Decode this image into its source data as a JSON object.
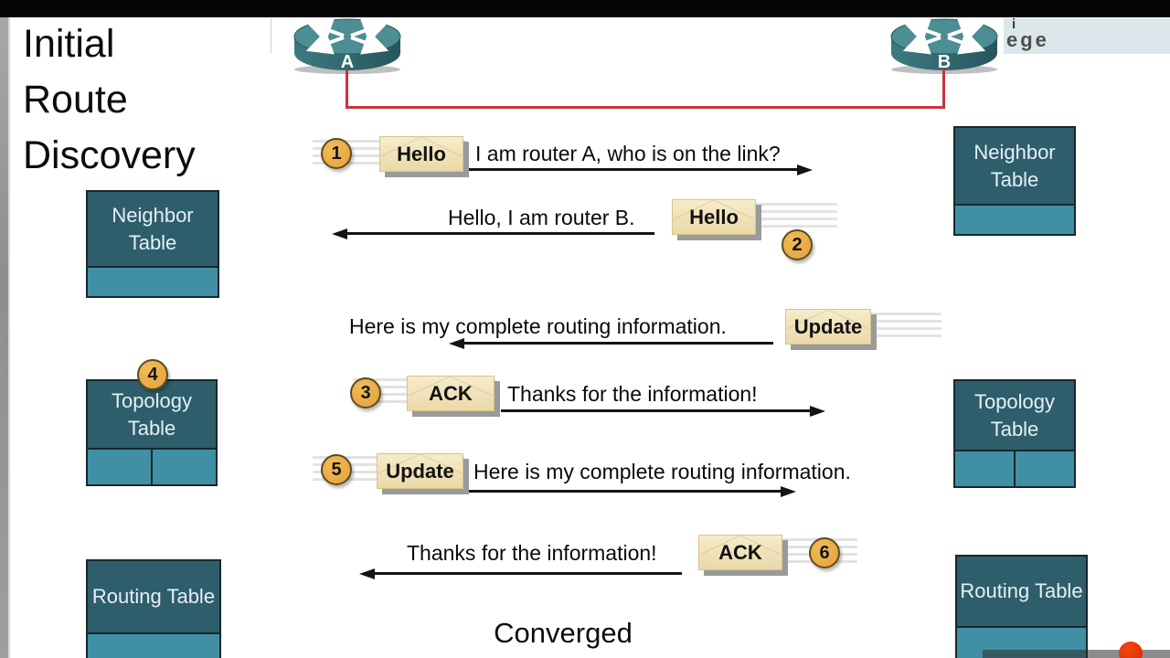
{
  "slide": {
    "title_line1": "Initial",
    "title_line2": "Route",
    "title_line3": "Discovery",
    "converged_label": "Converged"
  },
  "branding": {
    "fragment_line1": "i",
    "fragment_line2": "ege"
  },
  "routers": {
    "a": {
      "label": "A"
    },
    "b": {
      "label": "B"
    }
  },
  "messages": [
    {
      "step": "1",
      "packet": "Hello",
      "text": "I am router A, who is on the link?",
      "direction": "right"
    },
    {
      "step": "2",
      "packet": "Hello",
      "text": "Hello, I am router B.",
      "direction": "left"
    },
    {
      "step": "",
      "packet": "Update",
      "text": "Here is my complete routing information.",
      "direction": "left"
    },
    {
      "step": "3",
      "packet": "ACK",
      "text": "Thanks for the information!",
      "direction": "right"
    },
    {
      "step": "5",
      "packet": "Update",
      "text": "Here is my complete routing information.",
      "direction": "right"
    },
    {
      "step": "6",
      "packet": "ACK",
      "text": "Thanks for the information!",
      "direction": "left"
    }
  ],
  "table_step_badge": "4",
  "tables": {
    "left": [
      {
        "label": "Neighbor Table",
        "cells": 1
      },
      {
        "label": "Topology Table",
        "cells": 2
      },
      {
        "label": "Routing Table",
        "cells": 1
      }
    ],
    "right": [
      {
        "label": "Neighbor Table",
        "cells": 1
      },
      {
        "label": "Topology Table",
        "cells": 2
      },
      {
        "label": "Routing Table",
        "cells": 1
      }
    ]
  },
  "colors": {
    "link_red": "#c9353a",
    "table_header": "#2e5d6b",
    "table_row": "#418fa4",
    "badge_gold": "#e8a83e",
    "tag_cream": "#f1e5bf",
    "playhead_red": "#d92400",
    "brand_box": "#dbe7ea"
  }
}
